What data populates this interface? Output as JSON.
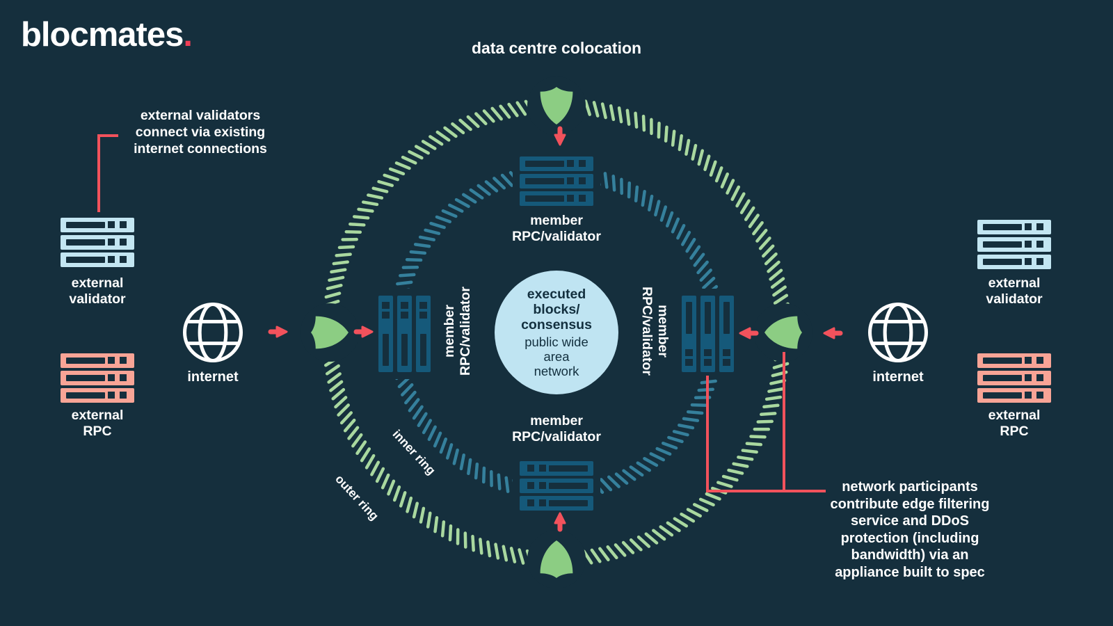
{
  "colors": {
    "background": "#152f3d",
    "red": "#f2525c",
    "logo_dot": "#ef3e56",
    "shield_green": "#8ccd83",
    "outer_ring": "#a9d89f",
    "inner_ring": "#35809c",
    "light_blue_server": "#c3e6f2",
    "salmon_server": "#f8a496",
    "teal_server": "#15597a",
    "circle_fill": "#bfe4f2",
    "text_dark": "#13303f",
    "white": "#ffffff"
  },
  "logo": {
    "name": "blocmates",
    "dot": "."
  },
  "title": "data centre colocation",
  "annotations": {
    "left": {
      "lines": [
        "external validators",
        "connect via existing",
        "internet connections"
      ]
    },
    "right": {
      "lines": [
        "network participants",
        "contribute edge filtering",
        "service and DDoS",
        "protection (including",
        "bandwidth) via an",
        "appliance built to spec"
      ]
    }
  },
  "external": {
    "validator_label": {
      "lines": [
        "external",
        "validator"
      ]
    },
    "rpc_label": {
      "lines": [
        "external",
        "RPC"
      ]
    },
    "internet_label": "internet"
  },
  "members": {
    "top": {
      "lines": [
        "member",
        "RPC/validator"
      ]
    },
    "bottom": {
      "lines": [
        "member",
        "RPC/validator"
      ]
    },
    "left": {
      "lines": [
        "member",
        "RPC/validator"
      ]
    },
    "right": {
      "lines": [
        "member",
        "RPC/validator"
      ]
    }
  },
  "center": {
    "bold_lines": [
      "executed",
      "blocks/",
      "consensus"
    ],
    "regular_lines": [
      "public wide",
      "area",
      "network"
    ]
  },
  "rings": {
    "inner_label": "inner ring",
    "outer_label": "outer ring"
  },
  "icons": {
    "shield": "shield-icon",
    "globe": "globe-icon",
    "server_horizontal": "server-rack-horizontal-icon",
    "server_vertical": "server-rack-vertical-icon",
    "arrow": "arrow-icon"
  }
}
